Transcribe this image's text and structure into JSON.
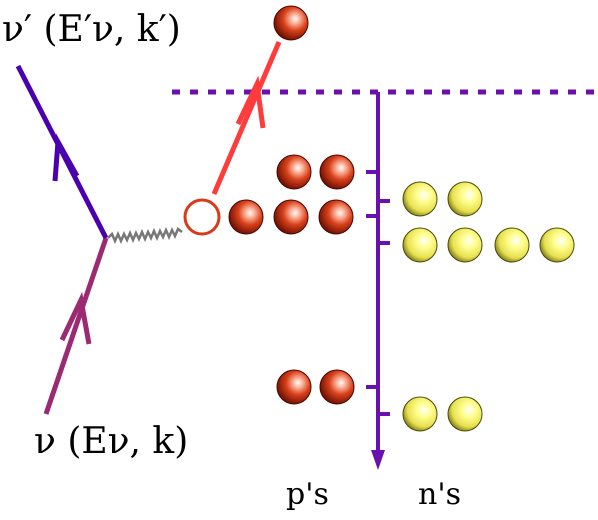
{
  "labels": {
    "outgoing_neutrino": "ν′ (E′ν, k′)",
    "incoming_neutrino": "ν (Eν, k)",
    "protons": "p's",
    "neutrons": "n's"
  },
  "colors": {
    "neutrino_out": "#4b00b0",
    "neutrino_in": "#9b2a72",
    "ejected_proton_track": "#ff3b3b",
    "hole_outline": "#d83a1a",
    "energy_axis": "#6a0fb0",
    "proton": "#c0280a",
    "neutron": "#e8e050",
    "exchange": "#777777"
  },
  "icons": {
    "proton": "red-sphere",
    "neutron": "yellow-sphere",
    "hole": "empty-circle"
  },
  "levels": {
    "protons": [
      2,
      3,
      2
    ],
    "neutrons": [
      2,
      4,
      2
    ],
    "vacancies": 1
  }
}
